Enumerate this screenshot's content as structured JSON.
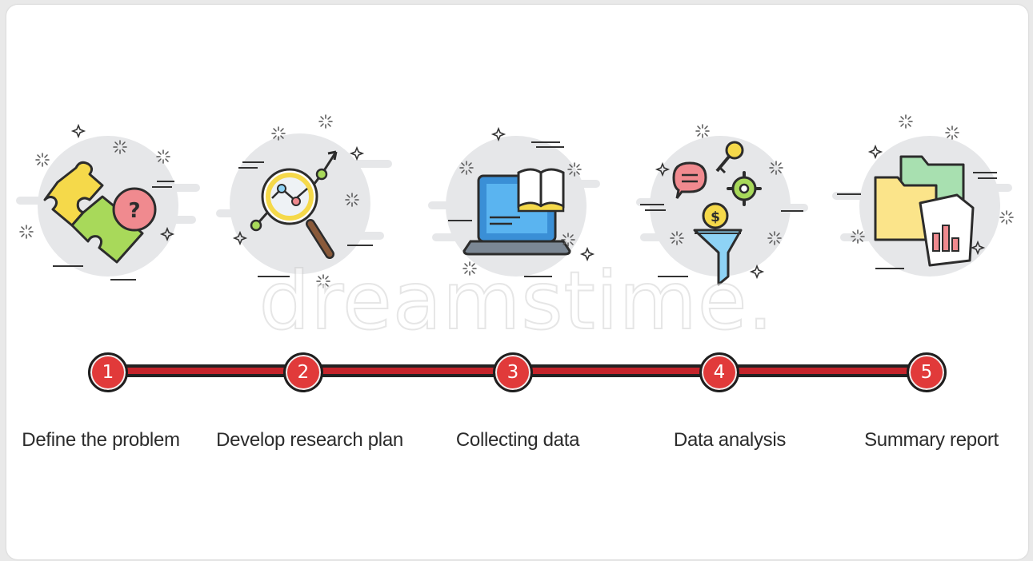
{
  "steps": [
    {
      "number": "1",
      "label": "Define the problem",
      "icon": "puzzle-question-icon"
    },
    {
      "number": "2",
      "label": "Develop research plan",
      "icon": "magnifier-chart-icon"
    },
    {
      "number": "3",
      "label": "Collecting data",
      "icon": "laptop-book-icon"
    },
    {
      "number": "4",
      "label": "Data analysis",
      "icon": "funnel-gears-icon"
    },
    {
      "number": "5",
      "label": "Summary report",
      "icon": "folders-report-icon"
    }
  ],
  "watermark": "dreamstime.",
  "colors": {
    "timeline": "#c5242b",
    "circle": "#e13a3a",
    "outline": "#1e1e1e",
    "blob": "#e6e7e9"
  }
}
